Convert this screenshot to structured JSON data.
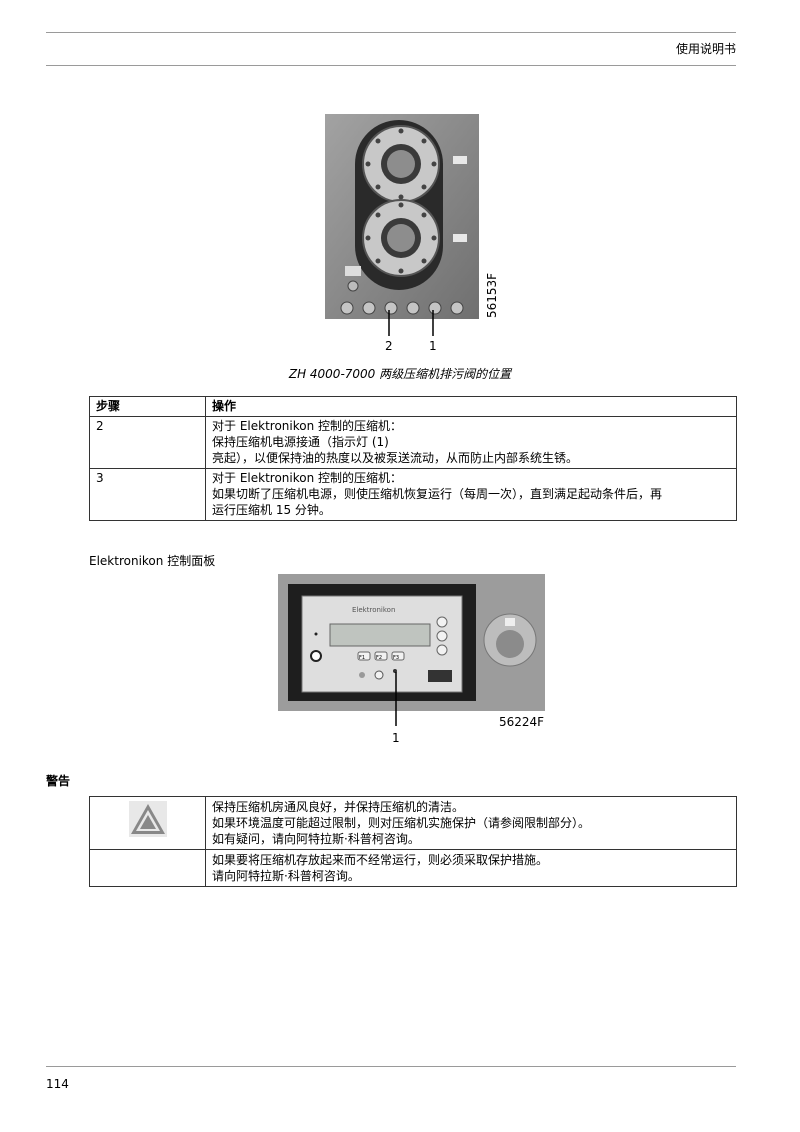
{
  "header": {
    "title": "使用说明书"
  },
  "figure1": {
    "code": "56153F",
    "callouts": [
      "2",
      "1"
    ],
    "caption": "ZH 4000-7000 两级压缩机排污阀的位置"
  },
  "steps_table": {
    "headers": [
      "步骤",
      "操作"
    ],
    "rows": [
      {
        "step": "2",
        "lines": [
          "对于 Elektronikon 控制的压缩机：",
          "保持压缩机电源接通（指示灯 (1)",
          "亮起），以便保持油的热度以及被泵送流动，从而防止内部系统生锈。"
        ]
      },
      {
        "step": "3",
        "lines": [
          "对于 Elektronikon 控制的压缩机：",
          "如果切断了压缩机电源，则使压缩机恢复运行（每周一次），直到满足起动条件后，再",
          "运行压缩机 15 分钟。"
        ]
      }
    ]
  },
  "panel_section": {
    "label": "Elektronikon 控制面板"
  },
  "figure2": {
    "brand": "Elektronikon",
    "code": "56224F",
    "callout": "1",
    "keys": [
      "F1",
      "F2",
      "F3"
    ]
  },
  "warning": {
    "title": "警告",
    "rows": [
      {
        "lines": [
          "保持压缩机房通风良好，并保持压缩机的清洁。",
          "如果环境温度可能超过限制，则对压缩机实施保护（请参阅限制部分）。",
          "如有疑问，请向阿特拉斯·科普柯咨询。"
        ]
      },
      {
        "lines": [
          "如果要将压缩机存放起来而不经常运行，则必须采取保护措施。",
          "请向阿特拉斯·科普柯咨询。"
        ]
      }
    ]
  },
  "footer": {
    "page_number": "114"
  }
}
